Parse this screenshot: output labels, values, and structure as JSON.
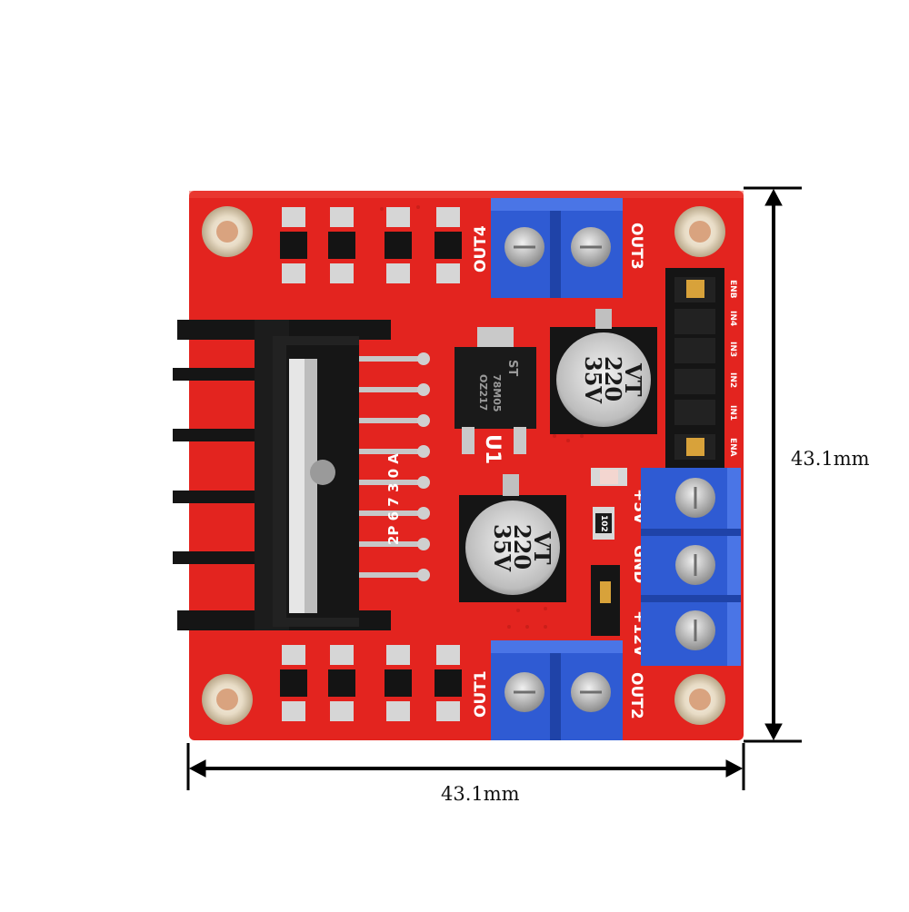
{
  "dimensions": {
    "width_label": "43.1mm",
    "height_label": "43.1mm"
  },
  "board": {
    "color": "#e3241f",
    "silkscreen": {
      "out1": "OUT1",
      "out2": "OUT2",
      "out3": "OUT3",
      "out4": "OUT4",
      "power_12v": "+12V",
      "gnd": "GND",
      "power_5v": "+5V",
      "u1": "U1",
      "chip_marking": "2P 6 7 3 0 A",
      "pins": [
        "ENA",
        "IN1",
        "IN2",
        "IN3",
        "IN4",
        "ENB"
      ]
    },
    "capacitor_1": {
      "line1": "VT",
      "line2": "220",
      "line3": "35V"
    },
    "capacitor_2": {
      "line1": "VT",
      "line2": "220",
      "line3": "35V"
    },
    "regulator": {
      "brand": "ST",
      "model": "78M05",
      "code": "OZ217"
    },
    "resistor": "102"
  },
  "colors": {
    "terminal_blue": "#2f5bd3",
    "heatsink": "#151515",
    "screw": "#c9c9c9"
  }
}
